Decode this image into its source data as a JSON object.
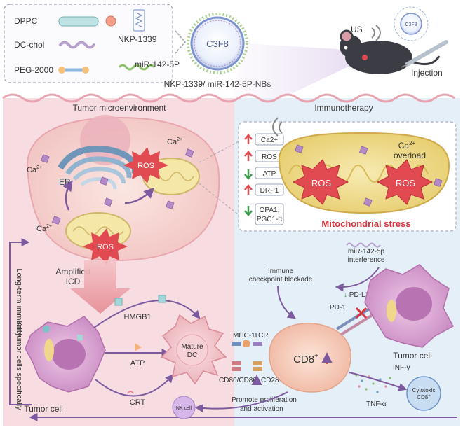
{
  "legend": {
    "items": [
      "DPPC",
      "DC-chol",
      "PEG-2000",
      "NKP-1339",
      "miR-142-5P"
    ]
  },
  "nanobubble": {
    "core": "C3F8",
    "caption": "NKP-1339/ miR-142-5P-NBs"
  },
  "mouse_panel": {
    "us": "US",
    "syringe_core": "C3F8",
    "injection": "Injection"
  },
  "sections": {
    "tumor_microenvironment": "Tumor microenvironment",
    "immunotherapy": "Immunotherapy"
  },
  "cell": {
    "ca_top": "Ca",
    "ca_left": "Ca",
    "ca_bottom": "Ca",
    "superscript": "2+",
    "er": "ER",
    "ros_top": "ROS",
    "ros_bottom": "ROS"
  },
  "mito_changes": {
    "items": [
      {
        "direction": "up",
        "label": "Ca2+"
      },
      {
        "direction": "up",
        "label": "ROS"
      },
      {
        "direction": "down",
        "label": "ATP"
      },
      {
        "direction": "up",
        "label": "DRP1"
      },
      {
        "direction": "down",
        "label": "OPA1,\nPGC1-α"
      }
    ]
  },
  "mito_large": {
    "ca_overload_line1": "Ca",
    "ca_sup": "2+",
    "ca_overload_line2": "overload",
    "ros_left": "ROS",
    "ros_right": "ROS",
    "stress_label": "Mitochondrial stress"
  },
  "left_labels": {
    "long_term": "Long-term immunity",
    "kill": "Kill tumor cells specifically"
  },
  "icd": {
    "line1": "Amplified",
    "line2": "ICD"
  },
  "bottom": {
    "tumor_cell_left": "Tumor cell",
    "hmgb1": "HMGB1",
    "atp": "ATP",
    "crt": "CRT",
    "mature_dc_line1": "Mature",
    "mature_dc_line2": "DC",
    "nk_cell": "NK cell",
    "mhc1": "MHC-1",
    "tcr": "TCR",
    "cd80": "CD80/CD86",
    "cd28": "CD28",
    "cd8": "CD8",
    "cd8_sup": "+",
    "promote_line1": "Promote proliferation",
    "promote_line2": "and activation",
    "immune_cb_line1": "Immune",
    "immune_cb_line2": "checkpoint blockade",
    "mir_line1": "miR-142-5p",
    "mir_line2": "interference",
    "pdl1": "PD-L1",
    "pd1": "PD-1",
    "tumor_cell_right": "Tumor cell",
    "infg": "INF-γ",
    "tnfa": "TNF-α",
    "cytotoxic_line1": "Cytotoxic",
    "cytotoxic_line2": "CD8",
    "cytotoxic_sup": "+"
  },
  "colors": {
    "pink_bg": "#f7dde2",
    "blue_bg": "#e4eff8",
    "tumor_cell": "#d9a0cf",
    "dc_cell": "#f1c3c8",
    "cd8_cell": "#f5c8b8",
    "ros_red": "#e04a50",
    "mito_yellow": "#eedc8a",
    "stress_red": "#d9323a",
    "arrow_purple": "#7d5aa0"
  }
}
